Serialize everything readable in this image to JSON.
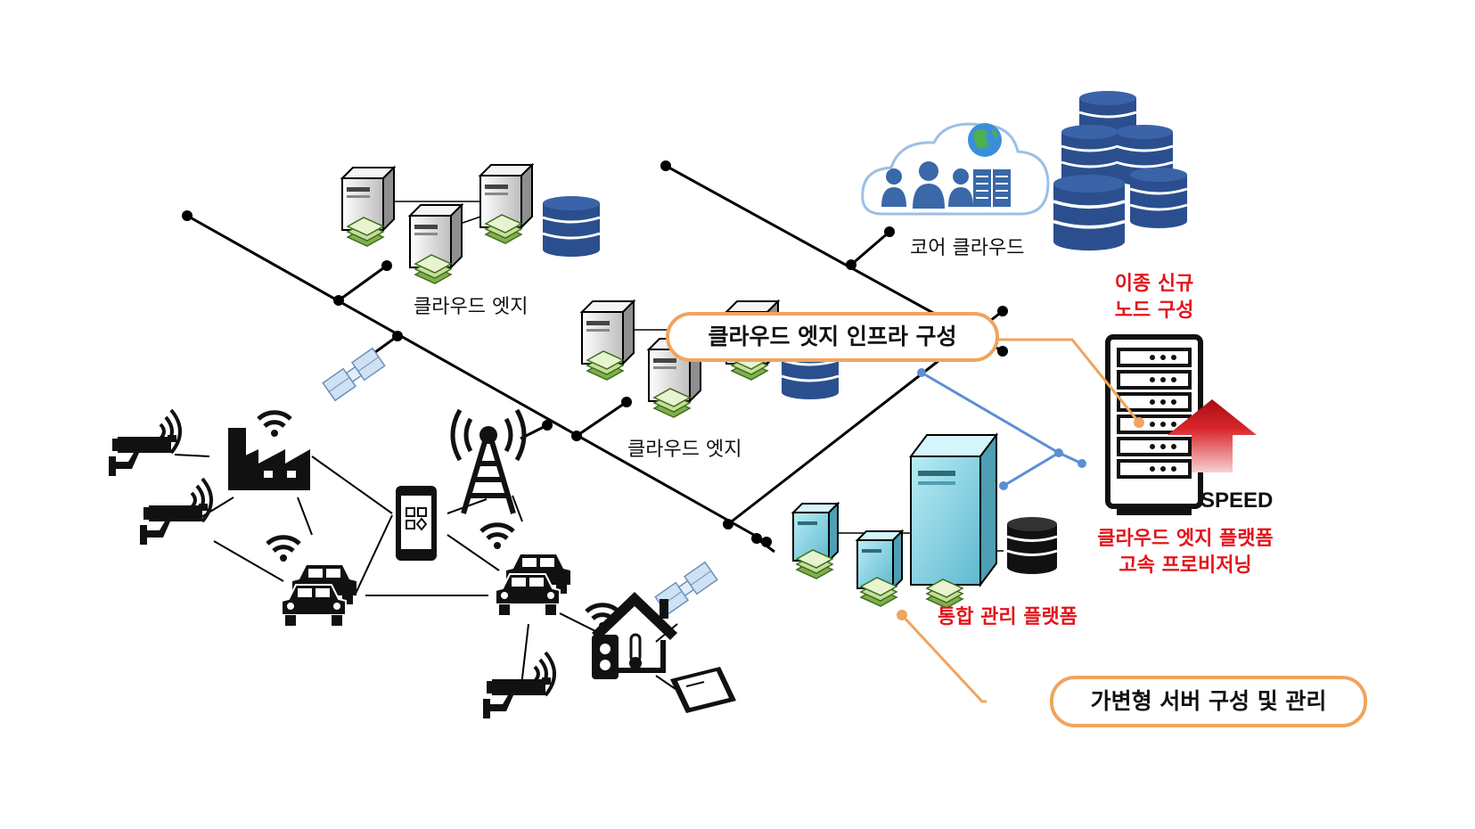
{
  "labels": {
    "core_cloud": "코어 클라우드",
    "cloud_edge_top": "클라우드 엣지",
    "cloud_edge_mid": "클라우드 엣지",
    "heterogeneous_line1": "이종 신규",
    "heterogeneous_line2": "노드 구성",
    "speed": "SPEED",
    "provisioning_line1": "클라우드 엣지 플랫폼",
    "provisioning_line2": "고속 프로비저닝",
    "integrated_platform": "통합 관리 플랫폼"
  },
  "callouts": {
    "infra": "클라우드 엣지 인프라 구성",
    "server": "가변형 서버 구성 및 관리"
  },
  "colors": {
    "line": "#000000",
    "callout_border": "#f0a45e",
    "red_text": "#e3141b",
    "db_blue": "#2b4f8e",
    "cloud_outline": "#9cc0e3",
    "link_blue": "#5a8fd6",
    "arrow_red": "#c0141b",
    "server_teal": "#8fd4e6"
  }
}
